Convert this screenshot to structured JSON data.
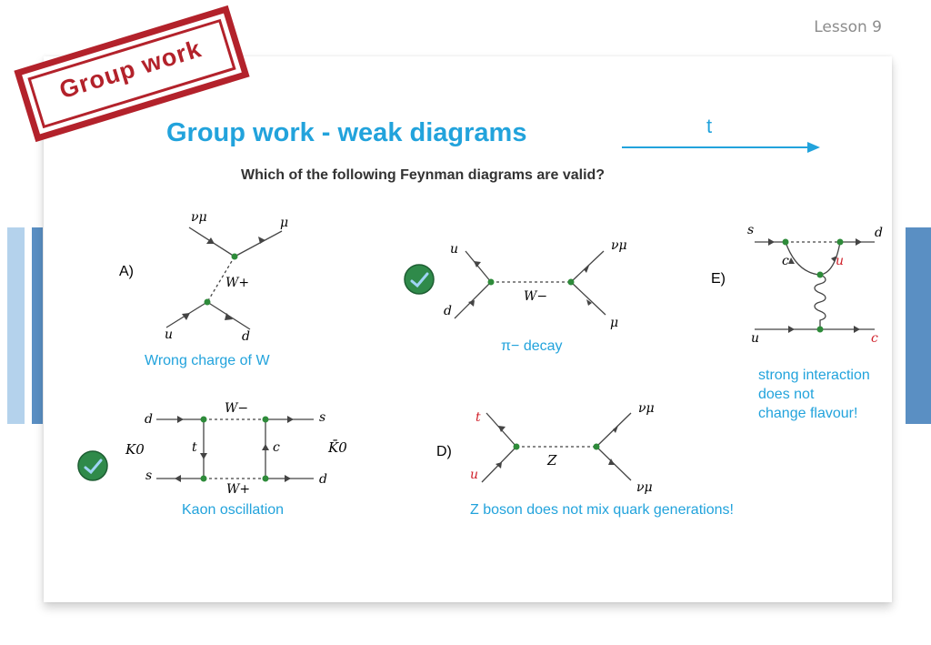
{
  "header": {
    "lesson": "Lesson 9"
  },
  "stamp": {
    "text": "Group work"
  },
  "slide": {
    "title": "Group work - weak diagrams",
    "time_arrow_label": "t",
    "question": "Which of the following Feynman diagrams are valid?"
  },
  "diagrams": {
    "a": {
      "option": "A)",
      "top_left": "νμ",
      "top_right": "μ",
      "boson": "W+",
      "bottom_left": "u",
      "bottom_right": "d",
      "note": "Wrong charge of W"
    },
    "b": {
      "top_left": "u",
      "top_right": "νμ",
      "boson": "W−",
      "bottom_left": "d",
      "bottom_right": "μ",
      "note": "π− decay",
      "status": "valid"
    },
    "e": {
      "option": "E)",
      "top_left": "s",
      "top_right": "d",
      "left_internal": "c",
      "right_internal": "u",
      "bottom_left": "u",
      "bottom_right": "c",
      "note_lines": [
        "strong interaction",
        "does not",
        "change flavour!"
      ]
    },
    "c": {
      "top_boson": "W−",
      "bottom_boson": "W+",
      "top_left": "d",
      "top_right": "s",
      "bottom_left": "s",
      "bottom_right": "d",
      "left_internal": "t",
      "right_internal": "c",
      "left_meson": "K0",
      "right_meson": "K̄0",
      "note": "Kaon oscillation",
      "status": "valid"
    },
    "d": {
      "option": "D)",
      "top_left": "t",
      "bottom_left": "u",
      "top_right": "νμ",
      "bottom_right": "νμ",
      "boson": "Z",
      "note": "Z boson does not mix quark generations!"
    }
  },
  "colors": {
    "accent": "#22a3dc",
    "stamp": "#b3222b",
    "vertex": "#2e8b3a",
    "quark_red": "#d0202a",
    "side_bar_light": "#b4d2ec",
    "side_bar_dark": "#5a8fc3"
  },
  "icons": {
    "valid_check": "green-check-icon"
  }
}
